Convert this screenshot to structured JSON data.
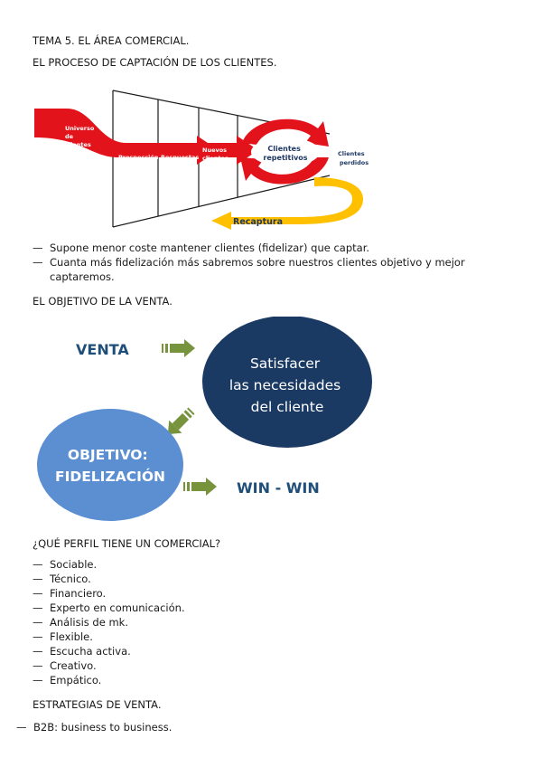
{
  "heading": "TEMA 5. EL ÁREA COMERCIAL.",
  "section1_title": "EL PROCESO DE CAPTACIÓN DE LOS CLIENTES.",
  "funnel": {
    "universe": [
      "Universo",
      "de",
      "clientes"
    ],
    "prospection": "Prospección",
    "responses": "Respuestas",
    "new_clients": [
      "Nuevos",
      "clientes"
    ],
    "repeat_clients": [
      "Clientes",
      "repetitivos"
    ],
    "lost_clients": [
      "Clientes",
      "perdidos"
    ],
    "recapture": "Recaptura",
    "colors": {
      "red": "#e2131b",
      "yellow": "#ffc000",
      "blue": "#1f3864"
    }
  },
  "bullets1": [
    "Supone menor coste mantener clientes (fidelizar) que captar.",
    "Cuanta más fidelización más sabremos sobre nuestros clientes objetivo y mejor",
    "captaremos."
  ],
  "section2_title": "EL OBJETIVO DE LA VENTA.",
  "sale_diagram": {
    "venta": "VENTA",
    "satisfy": [
      "Satisfacer",
      "las necesidades",
      "del cliente"
    ],
    "objective": [
      "OBJETIVO:",
      "FIDELIZACIÓN"
    ],
    "winwin": "WIN - WIN",
    "colors": {
      "dark_blue": "#1b3a63",
      "light_blue": "#5b8fd2",
      "green": "#77933c",
      "text_blue": "#1f4e79"
    }
  },
  "section3_title": "¿QUÉ PERFIL TIENE UN COMERCIAL?",
  "profile": [
    "Sociable.",
    "Técnico.",
    "Financiero.",
    "Experto en comunicación.",
    "Análisis de mk.",
    "Flexible.",
    "Escucha activa.",
    "Creativo.",
    "Empático."
  ],
  "section4_title": "ESTRATEGIAS DE VENTA.",
  "strategies": [
    "B2B: business to business."
  ],
  "dash": "—"
}
